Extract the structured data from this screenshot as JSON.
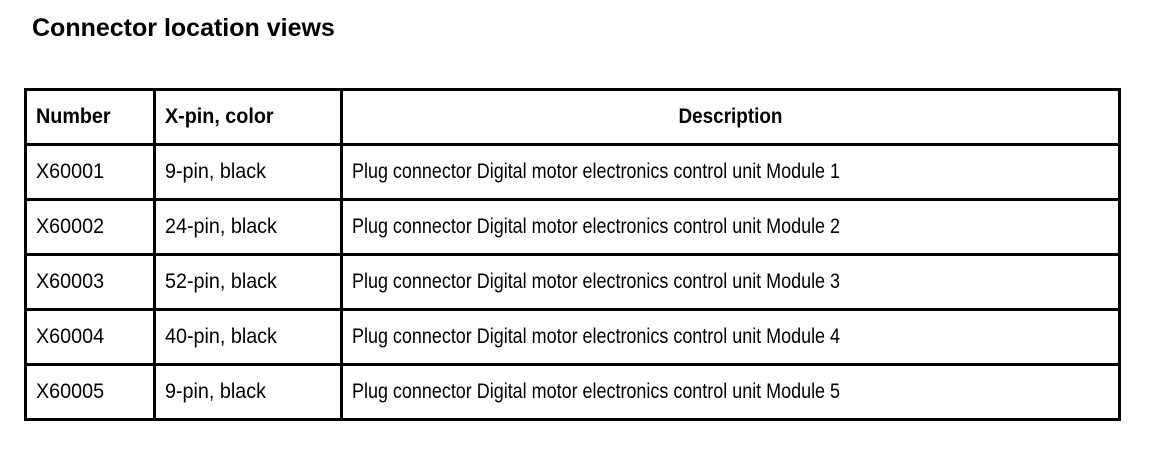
{
  "heading": "Connector location views",
  "table": {
    "columns": [
      "Number",
      "X-pin, color",
      "Description"
    ],
    "rows": [
      {
        "number": "X60001",
        "xpin": "9-pin, black",
        "description": "Plug connector Digital motor electronics control unit Module 1"
      },
      {
        "number": "X60002",
        "xpin": "24-pin, black",
        "description": "Plug connector Digital motor electronics control unit Module 2"
      },
      {
        "number": "X60003",
        "xpin": "52-pin, black",
        "description": "Plug connector Digital motor electronics control unit Module 3"
      },
      {
        "number": "X60004",
        "xpin": "40-pin, black",
        "description": "Plug connector Digital motor electronics control unit Module 4"
      },
      {
        "number": "X60005",
        "xpin": "9-pin, black",
        "description": "Plug connector Digital motor electronics control unit Module 5"
      }
    ]
  },
  "colors": {
    "text": "#000000",
    "background": "#ffffff",
    "border": "#000000"
  }
}
